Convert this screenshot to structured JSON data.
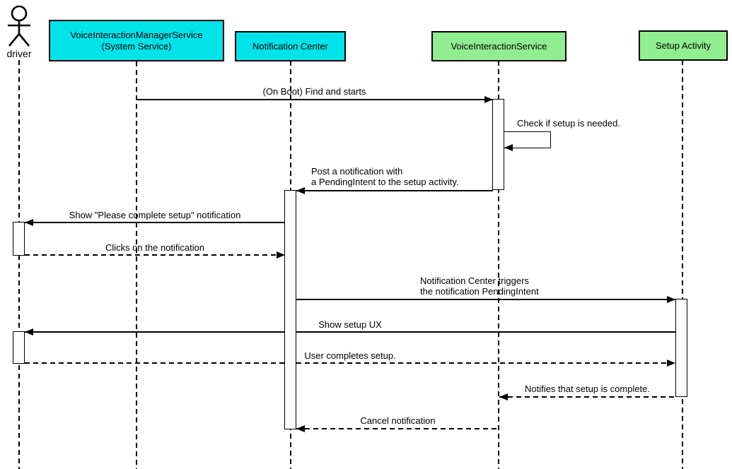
{
  "diagram": {
    "type": "uml-sequence-diagram"
  },
  "actor": {
    "label": "driver"
  },
  "participants": [
    {
      "id": "vims",
      "label": "VoiceInteractionManagerService\n(System Service)",
      "fill": "#00E3E9"
    },
    {
      "id": "nc",
      "label": "Notification Center",
      "fill": "#00E3E9"
    },
    {
      "id": "vis",
      "label": "VoiceInteractionService",
      "fill": "#90EE90"
    },
    {
      "id": "sa",
      "label": "Setup Activity",
      "fill": "#90EE90"
    }
  ],
  "messages": [
    {
      "label": "(On Boot) Find and starts",
      "from": "VoiceInteractionManagerService (System Service)",
      "to": "VoiceInteractionService",
      "line": "solid",
      "kind": "message"
    },
    {
      "label": "Check if setup is needed.",
      "from": "VoiceInteractionService",
      "to": "VoiceInteractionService",
      "line": "solid",
      "kind": "self-message"
    },
    {
      "label": "Post a notification with\na PendingIntent to the setup activity.",
      "from": "VoiceInteractionService",
      "to": "Notification Center",
      "line": "solid",
      "kind": "message"
    },
    {
      "label": "Show \"Please complete setup\" notification",
      "from": "Notification Center",
      "to": "driver",
      "line": "solid",
      "kind": "message"
    },
    {
      "label": "Clicks on the notification",
      "from": "driver",
      "to": "Notification Center",
      "line": "dashed",
      "kind": "message"
    },
    {
      "label": "Notification Center triggers\nthe notification PendingIntent",
      "from": "Notification Center",
      "to": "Setup Activity",
      "line": "solid",
      "kind": "message"
    },
    {
      "label": "Show setup UX",
      "from": "Setup Activity",
      "to": "driver",
      "line": "solid",
      "kind": "message"
    },
    {
      "label": "User completes setup.",
      "from": "driver",
      "to": "Setup Activity",
      "line": "dashed",
      "kind": "message"
    },
    {
      "label": "Notifies that setup is complete.",
      "from": "Setup Activity",
      "to": "VoiceInteractionService",
      "line": "dashed",
      "kind": "message"
    },
    {
      "label": "Cancel notification",
      "from": "VoiceInteractionService",
      "to": "Notification Center",
      "line": "dashed",
      "kind": "message"
    }
  ],
  "colors": {
    "participant_cyan": "#00E3E9",
    "participant_green": "#90EE90",
    "line": "#000000",
    "background": "#FFFFFF"
  }
}
